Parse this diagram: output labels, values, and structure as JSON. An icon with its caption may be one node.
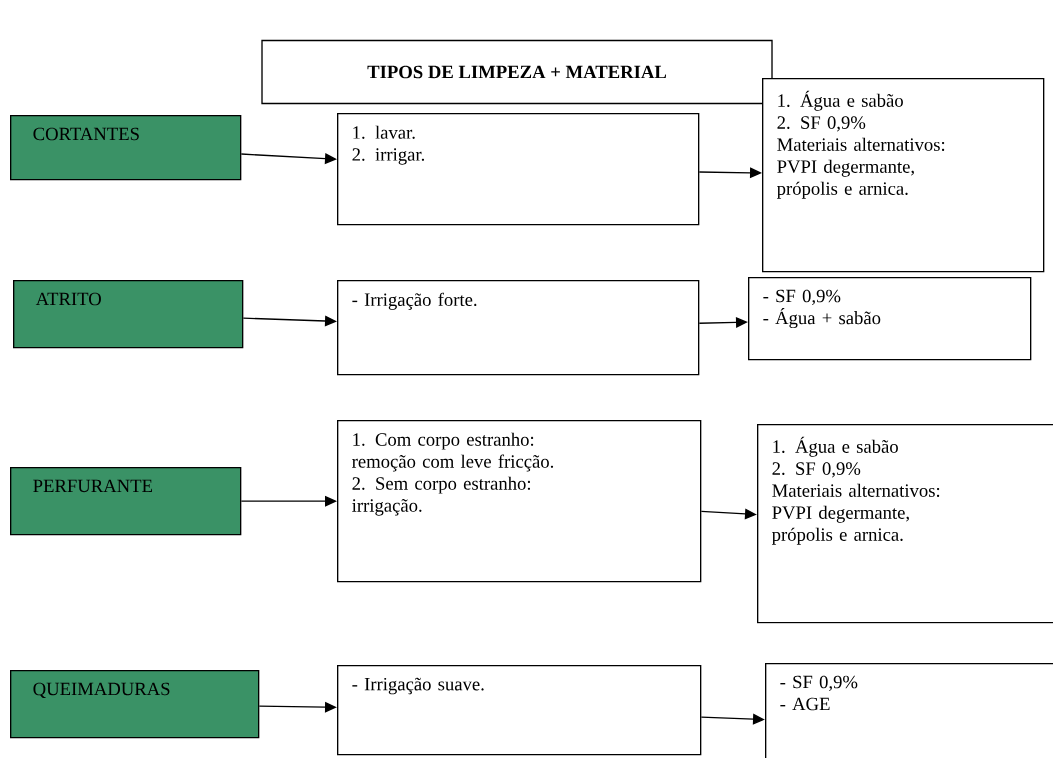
{
  "diagram": {
    "title": "TIPOS DE LIMPEZA + MATERIAL",
    "nodes": [
      {
        "text": [
          "CORTANTES"
        ]
      },
      {
        "text": [
          "1. lavar.",
          "2. irrigar."
        ]
      },
      {
        "text": [
          "1. Água e sabão",
          "2. SF 0,9%",
          "Materiais alternativos: PVPI degermante, própolis e arnica."
        ]
      },
      {
        "text": [
          "ATRITO"
        ]
      },
      {
        "text": [
          "- Irrigação forte."
        ]
      },
      {
        "text": [
          "- SF 0,9%",
          "- Água + sabão"
        ]
      },
      {
        "text": [
          "PERFURANTE"
        ]
      },
      {
        "text": [
          "1. Com corpo estranho: remoção com leve fricção.",
          "2. Sem corpo estranho: irrigação."
        ]
      },
      {
        "text": [
          "1. Água e sabão",
          "2. SF 0,9%",
          "Materiais alternativos: PVPI degermante, própolis e arnica."
        ]
      },
      {
        "text": [
          "QUEIMADURAS"
        ]
      },
      {
        "text": [
          "- Irrigação suave."
        ]
      },
      {
        "text": [
          "- SF 0,9%",
          "- AGE"
        ]
      }
    ],
    "edges": [
      {
        "from": 0,
        "to": 1,
        "arrow": "to"
      },
      {
        "from": 1,
        "to": 2,
        "arrow": "to"
      },
      {
        "from": 3,
        "to": 4,
        "arrow": "to"
      },
      {
        "from": 4,
        "to": 5,
        "arrow": "to"
      },
      {
        "from": 6,
        "to": 7,
        "arrow": "to"
      },
      {
        "from": 7,
        "to": 8,
        "arrow": "to"
      },
      {
        "from": 9,
        "to": 10,
        "arrow": "to"
      },
      {
        "from": 10,
        "to": 11,
        "arrow": "to"
      }
    ]
  }
}
